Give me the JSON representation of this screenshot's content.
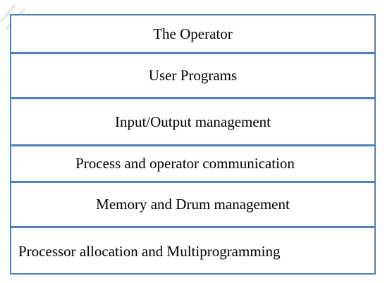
{
  "layers": [
    {
      "label": "The Operator"
    },
    {
      "label": "User Programs"
    },
    {
      "label": "Input/Output management"
    },
    {
      "label": "Process and operator communication"
    },
    {
      "label": "Memory and Drum management"
    },
    {
      "label": "Processor allocation and Multiprogramming"
    }
  ],
  "colors": {
    "border": "#4f81bd",
    "text": "#000000",
    "background": "#ffffff"
  }
}
